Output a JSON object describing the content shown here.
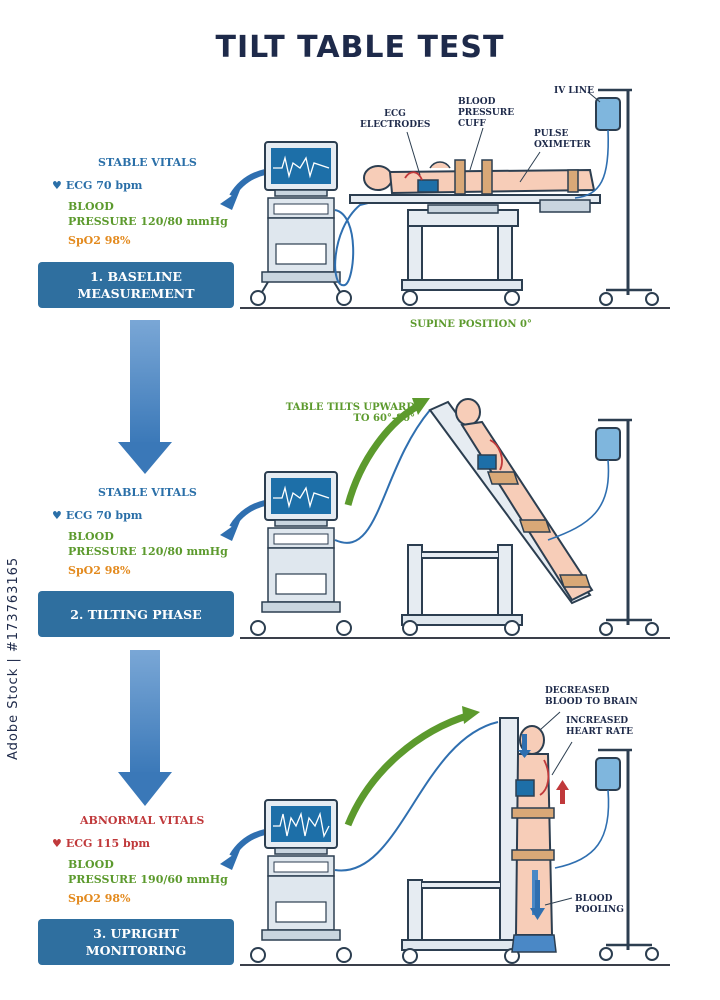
{
  "title": "TILT TABLE TEST",
  "stages": [
    {
      "vitals_header": "STABLE VITALS",
      "ecg": "ECG 70 bpm",
      "bp_line1": "BLOOD",
      "bp_line2": "PRESSURE 120/80 mmHg",
      "spo2": "SpO2 98%",
      "phase_line1": "1. BASELINE",
      "phase_line2": "MEASUREMENT"
    },
    {
      "vitals_header": "STABLE VITALS",
      "ecg": "ECG 70 bpm",
      "bp_line1": "BLOOD",
      "bp_line2": "PRESSURE 120/80 mmHg",
      "spo2": "SpO2 98%",
      "phase_line1": "2. TILTING PHASE",
      "phase_line2": ""
    },
    {
      "vitals_header": "ABNORMAL VITALS",
      "ecg": "ECG 115 bpm",
      "bp_line1": "BLOOD",
      "bp_line2": "PRESSURE 190/60 mmHg",
      "spo2": "SpO2 98%",
      "phase_line1": "3. UPRIGHT",
      "phase_line2": "MONITORING"
    }
  ],
  "labels": {
    "ecg_electrodes_1": "ECG",
    "ecg_electrodes_2": "ELECTRODES",
    "bp_cuff_1": "BLOOD",
    "bp_cuff_2": "PRESSURE",
    "bp_cuff_3": "CUFF",
    "pulse_ox_1": "PULSE",
    "pulse_ox_2": "OXIMETER",
    "iv_line": "IV LINE",
    "supine": "SUPINE POSITION 0°",
    "tilt_1": "TABLE TILTS UPWARD",
    "tilt_2": "TO 60°-80°",
    "brain_1": "DECREASED",
    "brain_2": "BLOOD TO BRAIN",
    "hr_1": "INCREASED",
    "hr_2": "HEART RATE",
    "pool_1": "BLOOD",
    "pool_2": "POOLING"
  },
  "watermark": "Adobe Stock | #173763165",
  "colors": {
    "stable": "#2a6fa8",
    "abnormal": "#c0393b",
    "bp": "#5c9a2d",
    "spo2": "#e38a1e",
    "phase_bg": "#2f6f9f"
  }
}
